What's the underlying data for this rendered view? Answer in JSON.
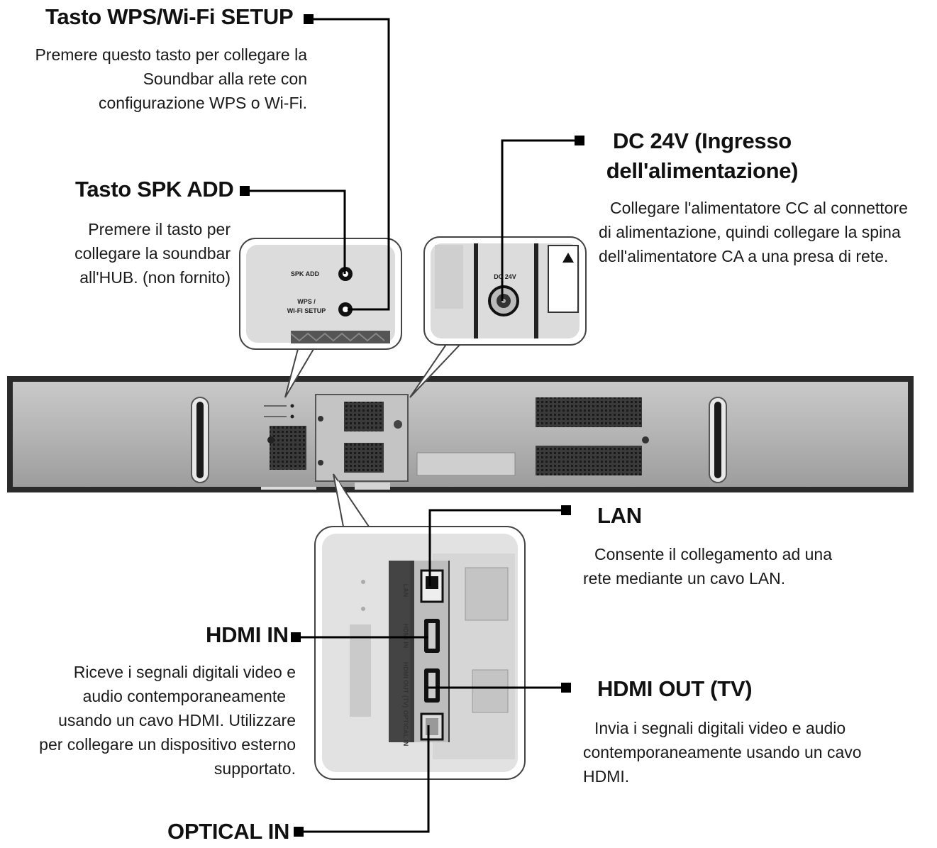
{
  "callouts": {
    "wps": {
      "title": "Tasto WPS/Wi-Fi SETUP",
      "lines": [
        "Premere questo tasto per collegare la",
        "Soundbar alla rete con",
        "configurazione WPS o Wi-Fi."
      ]
    },
    "spk": {
      "title": "Tasto SPK ADD",
      "lines": [
        "Premere il tasto per",
        "collegare la soundbar",
        "all'HUB. (non fornito)"
      ]
    },
    "dc": {
      "title_line1": "DC 24V (Ingresso",
      "title_line2": "dell'alimentazione)",
      "lines": [
        "Collegare l'alimentatore CC al connettore",
        "di alimentazione, quindi collegare la spina",
        "dell'alimentatore CA a una presa di rete."
      ]
    },
    "lan": {
      "title": "LAN",
      "lines": [
        "Consente il collegamento ad una",
        "rete mediante un cavo LAN."
      ]
    },
    "hdmi_in": {
      "title": "HDMI IN",
      "lines": [
        "Riceve i segnali digitali video e",
        "audio contemporaneamente",
        "usando un cavo HDMI. Utilizzare",
        "per collegare un dispositivo esterno",
        "supportato."
      ]
    },
    "hdmi_out": {
      "title": "HDMI OUT (TV)",
      "lines": [
        "Invia i segnali digitali video e audio",
        "contemporaneamente usando un cavo",
        "HDMI."
      ]
    }
  },
  "optical": {
    "title": "OPTICAL IN"
  },
  "panel_labels": {
    "spk_add": "SPK ADD",
    "wps_1": "WPS /",
    "wps_2": "WI-FI SETUP",
    "dc_24v": "DC 24V",
    "lan": "LAN",
    "hdmi_in": "HDMI IN",
    "hdmi_out": "HDMI OUT (TV)",
    "optical_in": "OPTICAL IN"
  }
}
